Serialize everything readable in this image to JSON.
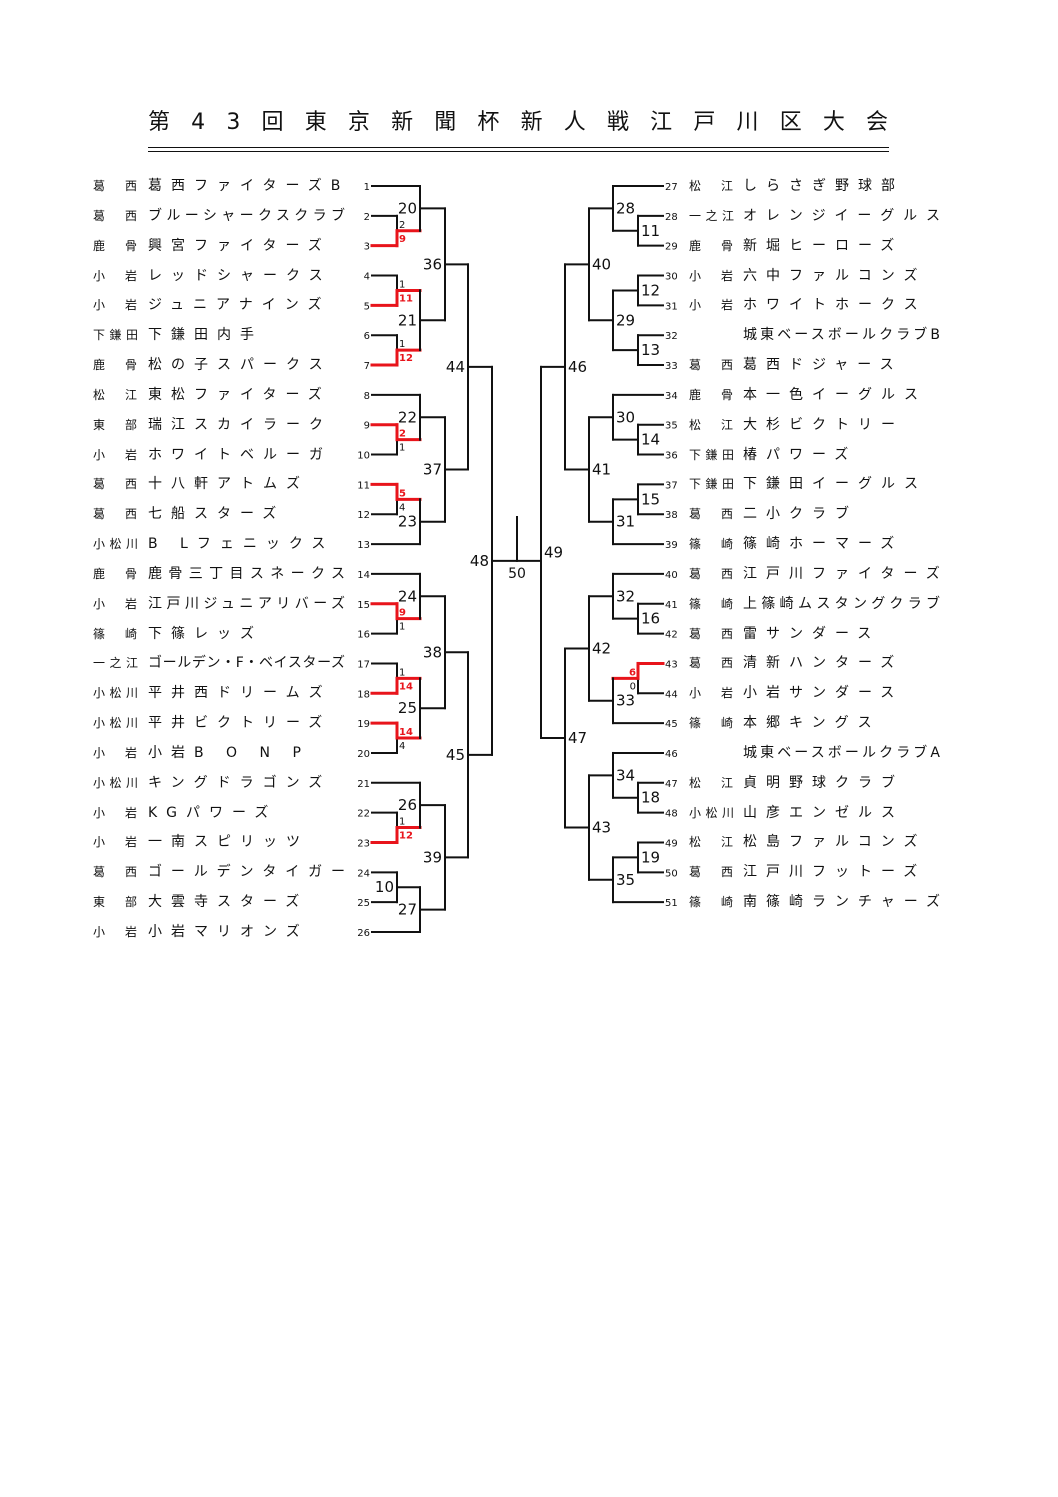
{
  "title": "第43回東京新聞杯新人戦江戸川区大会",
  "colors": {
    "line": "#111111",
    "winner": "#e8141b"
  },
  "left_teams": [
    {
      "no": "1",
      "district": "葛西",
      "name": "葛西ファイターズB"
    },
    {
      "no": "2",
      "district": "葛西",
      "name": "ブルーシャークスクラブ"
    },
    {
      "no": "3",
      "district": "鹿骨",
      "name": "興宮ファイターズ"
    },
    {
      "no": "4",
      "district": "小岩",
      "name": "レッドシャークス"
    },
    {
      "no": "5",
      "district": "小岩",
      "name": "ジュニアナインズ"
    },
    {
      "no": "6",
      "district": "下鎌田",
      "name": "下鎌田内手"
    },
    {
      "no": "7",
      "district": "鹿骨",
      "name": "松の子スパークス"
    },
    {
      "no": "8",
      "district": "松江",
      "name": "東松ファイターズ"
    },
    {
      "no": "9",
      "district": "東部",
      "name": "瑞江スカイラーク"
    },
    {
      "no": "10",
      "district": "小岩",
      "name": "ホワイトベルーガ"
    },
    {
      "no": "11",
      "district": "葛西",
      "name": "十八軒アトムズ"
    },
    {
      "no": "12",
      "district": "葛西",
      "name": "七船スターズ"
    },
    {
      "no": "13",
      "district": "小松川",
      "name": "B Lフェニックス"
    },
    {
      "no": "14",
      "district": "鹿骨",
      "name": "鹿骨三丁目スネークス"
    },
    {
      "no": "15",
      "district": "小岩",
      "name": "江戸川ジュニアリバーズ"
    },
    {
      "no": "16",
      "district": "篠崎",
      "name": "下篠レッズ"
    },
    {
      "no": "17",
      "district": "一之江",
      "name": "ゴールデン・F・ベイスターズ"
    },
    {
      "no": "18",
      "district": "小松川",
      "name": "平井西ドリームズ"
    },
    {
      "no": "19",
      "district": "小松川",
      "name": "平井ビクトリーズ"
    },
    {
      "no": "20",
      "district": "小岩",
      "name": "小岩B O N P"
    },
    {
      "no": "21",
      "district": "小松川",
      "name": "キングドラゴンズ"
    },
    {
      "no": "22",
      "district": "小岩",
      "name": "KGパワーズ"
    },
    {
      "no": "23",
      "district": "小岩",
      "name": "一南スピリッツ"
    },
    {
      "no": "24",
      "district": "葛西",
      "name": "ゴールデンタイガー"
    },
    {
      "no": "25",
      "district": "東部",
      "name": "大雲寺スターズ"
    },
    {
      "no": "26",
      "district": "小岩",
      "name": "小岩マリオンズ"
    }
  ],
  "right_teams": [
    {
      "no": "27",
      "district": "松江",
      "name": "しらさぎ野球部"
    },
    {
      "no": "28",
      "district": "一之江",
      "name": "オレンジイーグルス"
    },
    {
      "no": "29",
      "district": "鹿骨",
      "name": "新堀ヒーローズ"
    },
    {
      "no": "30",
      "district": "小岩",
      "name": "六中ファルコンズ"
    },
    {
      "no": "31",
      "district": "小岩",
      "name": "ホワイトホークス"
    },
    {
      "no": "32",
      "district": "",
      "name": "城東ベースボールクラブB"
    },
    {
      "no": "33",
      "district": "葛西",
      "name": "葛西ドジャース"
    },
    {
      "no": "34",
      "district": "鹿骨",
      "name": "本一色イーグルス"
    },
    {
      "no": "35",
      "district": "松江",
      "name": "大杉ビクトリー"
    },
    {
      "no": "36",
      "district": "下鎌田",
      "name": "椿パワーズ"
    },
    {
      "no": "37",
      "district": "下鎌田",
      "name": "下鎌田イーグルス"
    },
    {
      "no": "38",
      "district": "葛西",
      "name": "二小クラブ"
    },
    {
      "no": "39",
      "district": "篠崎",
      "name": "篠崎ホーマーズ"
    },
    {
      "no": "40",
      "district": "葛西",
      "name": "江戸川ファイターズ"
    },
    {
      "no": "41",
      "district": "篠崎",
      "name": "上篠崎ムスタングクラブ"
    },
    {
      "no": "42",
      "district": "葛西",
      "name": "雷サンダース"
    },
    {
      "no": "43",
      "district": "葛西",
      "name": "清新ハンターズ"
    },
    {
      "no": "44",
      "district": "小岩",
      "name": "小岩サンダース"
    },
    {
      "no": "45",
      "district": "篠崎",
      "name": "本郷キングス"
    },
    {
      "no": "46",
      "district": "",
      "name": "城東ベースボールクラブA"
    },
    {
      "no": "47",
      "district": "松江",
      "name": "貞明野球クラブ"
    },
    {
      "no": "48",
      "district": "小松川",
      "name": "山彦エンゼルス"
    },
    {
      "no": "49",
      "district": "松江",
      "name": "松島ファルコンズ"
    },
    {
      "no": "50",
      "district": "葛西",
      "name": "江戸川フットーズ"
    },
    {
      "no": "51",
      "district": "篠崎",
      "name": "南篠崎ランチャーズ"
    }
  ],
  "bracket": {
    "final_no": "50",
    "left": {
      "no": "48",
      "a": {
        "no": "44",
        "a": {
          "no": "36",
          "a": {
            "no": "20",
            "a": 1,
            "b": {
              "scores": [
                "2",
                "9"
              ],
              "winner": 1,
              "a": 2,
              "b": 3
            }
          },
          "b": {
            "no": "21",
            "a": {
              "scores": [
                "1",
                "11"
              ],
              "winner": 1,
              "a": 4,
              "b": 5
            },
            "b": {
              "scores": [
                "1",
                "12"
              ],
              "winner": 1,
              "a": 6,
              "b": 7
            }
          }
        },
        "b": {
          "no": "37",
          "a": {
            "no": "22",
            "a": 8,
            "b": {
              "scores": [
                "2",
                "1"
              ],
              "winner": 0,
              "a": 9,
              "b": 10
            }
          },
          "b": {
            "no": "23",
            "a": {
              "scores": [
                "5",
                "4"
              ],
              "winner": 0,
              "a": 11,
              "b": 12
            },
            "b": 13
          }
        }
      },
      "b": {
        "no": "45",
        "a": {
          "no": "38",
          "a": {
            "no": "24",
            "a": 14,
            "b": {
              "scores": [
                "9",
                "1"
              ],
              "winner": 0,
              "a": 15,
              "b": 16
            }
          },
          "b": {
            "no": "25",
            "a": {
              "scores": [
                "1",
                "14"
              ],
              "winner": 1,
              "a": 17,
              "b": 18
            },
            "b": {
              "scores": [
                "14",
                "4"
              ],
              "winner": 0,
              "a": 19,
              "b": 20
            }
          }
        },
        "b": {
          "no": "39",
          "a": {
            "no": "26",
            "a": 21,
            "b": {
              "scores": [
                "1",
                "12"
              ],
              "winner": 1,
              "a": 22,
              "b": 23
            }
          },
          "b": {
            "no": "27",
            "a": {
              "no": "10",
              "a": 24,
              "b": 25
            },
            "b": 26
          }
        }
      }
    },
    "right": {
      "no": "49",
      "a": {
        "no": "46",
        "a": {
          "no": "40",
          "a": {
            "no": "28",
            "a": 27,
            "b": {
              "no": "11",
              "a": 28,
              "b": 29
            }
          },
          "b": {
            "no": "29",
            "a": {
              "no": "12",
              "a": 30,
              "b": 31
            },
            "b": {
              "no": "13",
              "a": 32,
              "b": 33
            }
          }
        },
        "b": {
          "no": "41",
          "a": {
            "no": "30",
            "a": 34,
            "b": {
              "no": "14",
              "a": 35,
              "b": 36
            }
          },
          "b": {
            "no": "31",
            "a": {
              "no": "15",
              "a": 37,
              "b": 38
            },
            "b": 39
          }
        }
      },
      "b": {
        "no": "47",
        "a": {
          "no": "42",
          "a": {
            "no": "32",
            "a": 40,
            "b": {
              "no": "16",
              "a": 41,
              "b": 42
            }
          },
          "b": {
            "no": "33",
            "a": {
              "scores": [
                "6",
                "0"
              ],
              "winner": 0,
              "a": 43,
              "b": 44
            },
            "b": 45
          }
        },
        "b": {
          "no": "43",
          "a": {
            "no": "34",
            "a": 46,
            "b": {
              "no": "18",
              "a": 47,
              "b": 48
            }
          },
          "b": {
            "no": "35",
            "a": {
              "no": "19",
              "a": 49,
              "b": 50
            },
            "b": 51
          }
        }
      }
    }
  }
}
